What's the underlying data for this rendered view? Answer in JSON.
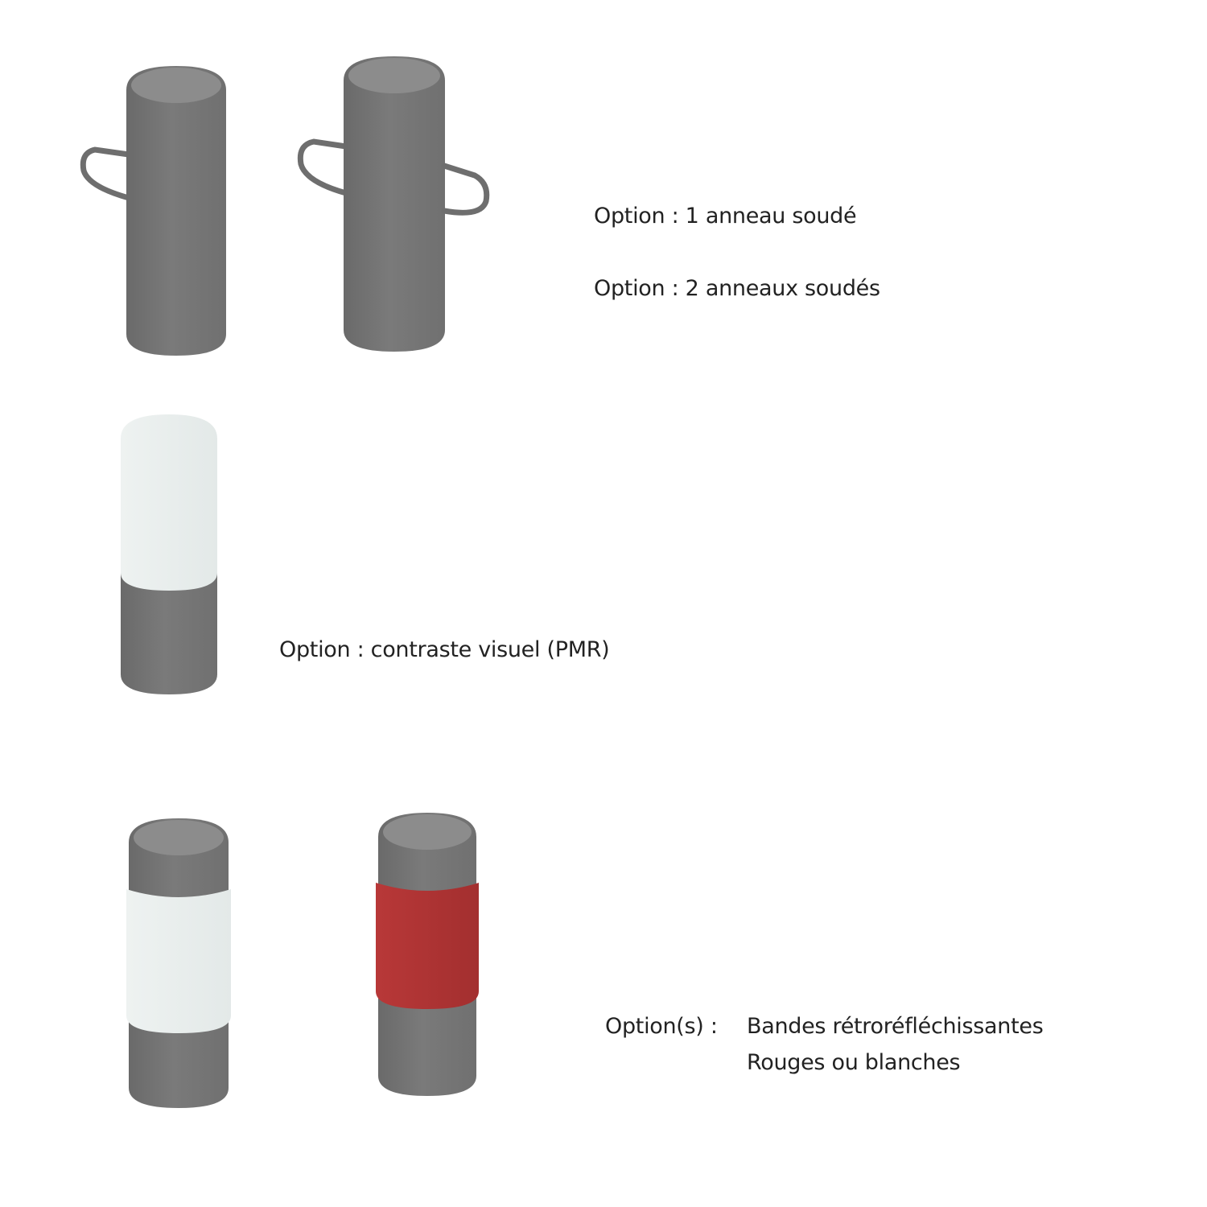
{
  "colors": {
    "body": "#767676",
    "cap": "#8c8c8c",
    "white_band": "#e8eeed",
    "red_band": "#ae3434",
    "ring": "#6e6e6e"
  },
  "options": {
    "one_ring": "Option : 1 anneau soudé",
    "two_rings": "Option : 2 anneaux soudés",
    "contrast": "Option : contraste visuel (PMR)",
    "bands_prefix": "Option(s) :",
    "bands_line1": "Bandes rétroréfléchissantes",
    "bands_line2": "Rouges ou blanches"
  }
}
